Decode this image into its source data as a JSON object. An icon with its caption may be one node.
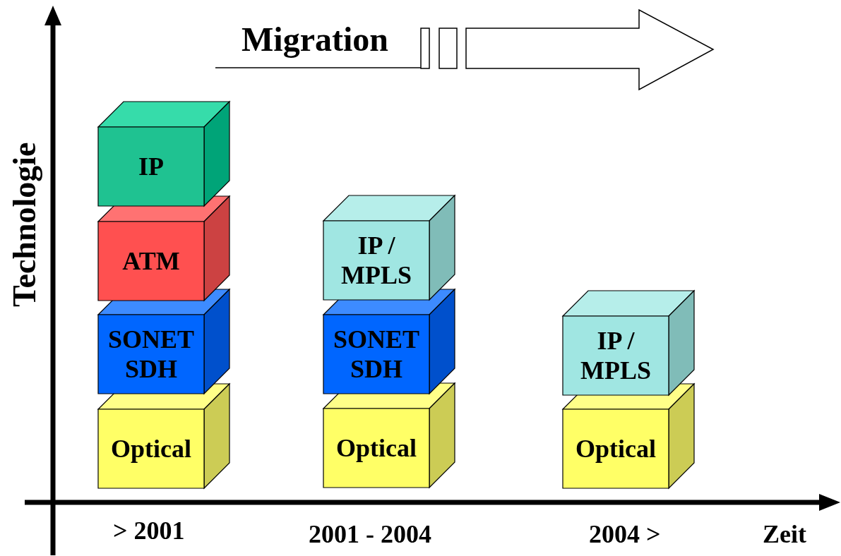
{
  "diagram": {
    "nodes": [
      {
        "text": [
          "IP"
        ]
      },
      {
        "text": [
          "ATM"
        ]
      },
      {
        "text": [
          "SONET SDH"
        ]
      },
      {
        "text": [
          "Optical"
        ]
      },
      {
        "text": [
          "IP / MPLS"
        ]
      },
      {
        "text": [
          "SONET SDH"
        ]
      },
      {
        "text": [
          "Optical"
        ]
      },
      {
        "text": [
          "IP / MPLS"
        ]
      },
      {
        "text": [
          "Optical"
        ]
      }
    ],
    "labels": [
      "Migration",
      "Technologie",
      "> 2001",
      "2001 - 2004",
      "2004 >",
      "Zeit"
    ]
  }
}
